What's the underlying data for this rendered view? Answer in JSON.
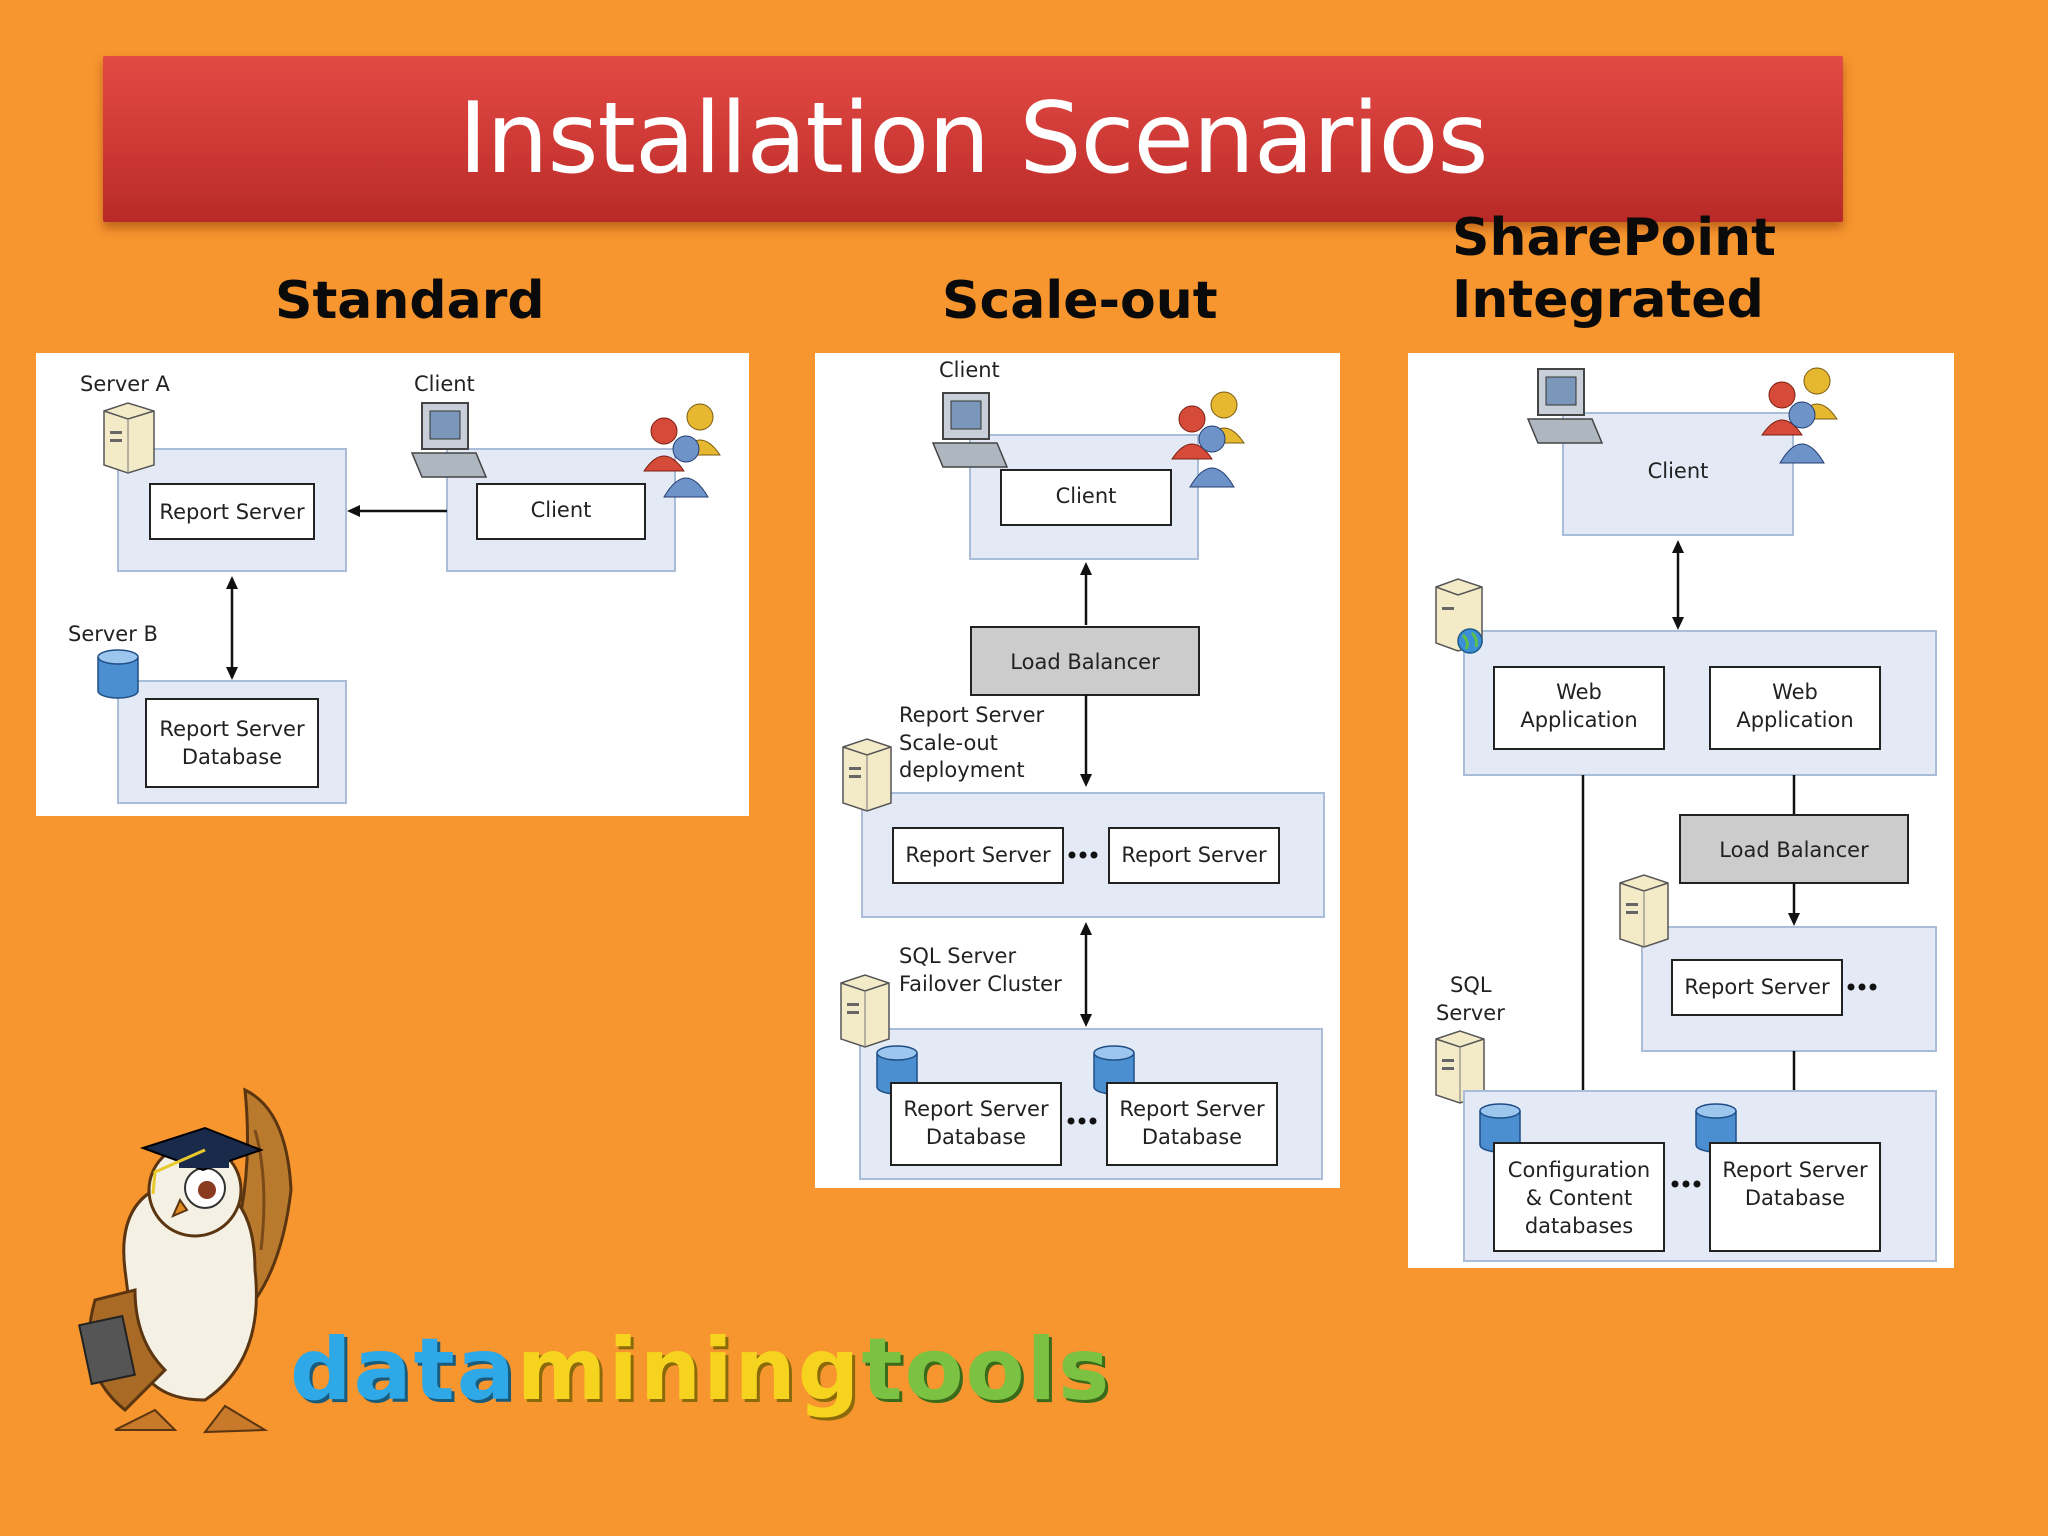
{
  "title": "Installation Scenarios",
  "columns": {
    "standard": {
      "heading": "Standard",
      "labels": {
        "server_a": "Server A",
        "client_top": "Client",
        "server_b": "Server B"
      },
      "boxes": {
        "report_server": "Report Server",
        "client": "Client",
        "db_line1": "Report Server",
        "db_line2": "Database"
      }
    },
    "scaleout": {
      "heading": "Scale-out",
      "labels": {
        "client_top": "Client",
        "rs_deploy_1": "Report Server",
        "rs_deploy_2": "Scale-out",
        "rs_deploy_3": "deployment",
        "sql_1": "SQL Server",
        "sql_2": "Failover Cluster"
      },
      "boxes": {
        "client": "Client",
        "load_balancer": "Load Balancer",
        "report_server_1": "Report Server",
        "report_server_2": "Report Server",
        "db1_line1": "Report Server",
        "db1_line2": "Database",
        "db2_line1": "Report Server",
        "db2_line2": "Database"
      }
    },
    "sharepoint": {
      "heading_line1": "SharePoint",
      "heading_line2": "Integrated",
      "labels": {
        "sql_1": "SQL",
        "sql_2": "Server"
      },
      "boxes": {
        "client": "Client",
        "web_app1_line1": "Web",
        "web_app1_line2": "Application",
        "web_app2_line1": "Web",
        "web_app2_line2": "Application",
        "load_balancer": "Load Balancer",
        "report_server": "Report Server",
        "config_line1": "Configuration",
        "config_line2": "& Content",
        "config_line3": "databases",
        "rsdb_line1": "Report Server",
        "rsdb_line2": "Database"
      }
    }
  },
  "logo": {
    "part1": "data",
    "part2": "mining",
    "part3": "tools",
    "colors": {
      "part1": "#2EA8E6",
      "part2": "#F5D31F",
      "part3": "#7BC142"
    }
  },
  "colors": {
    "background": "#F7952F",
    "title_bar": "#D23C38",
    "region": "#E3EAF6",
    "load_balancer": "#CCCCCC"
  }
}
